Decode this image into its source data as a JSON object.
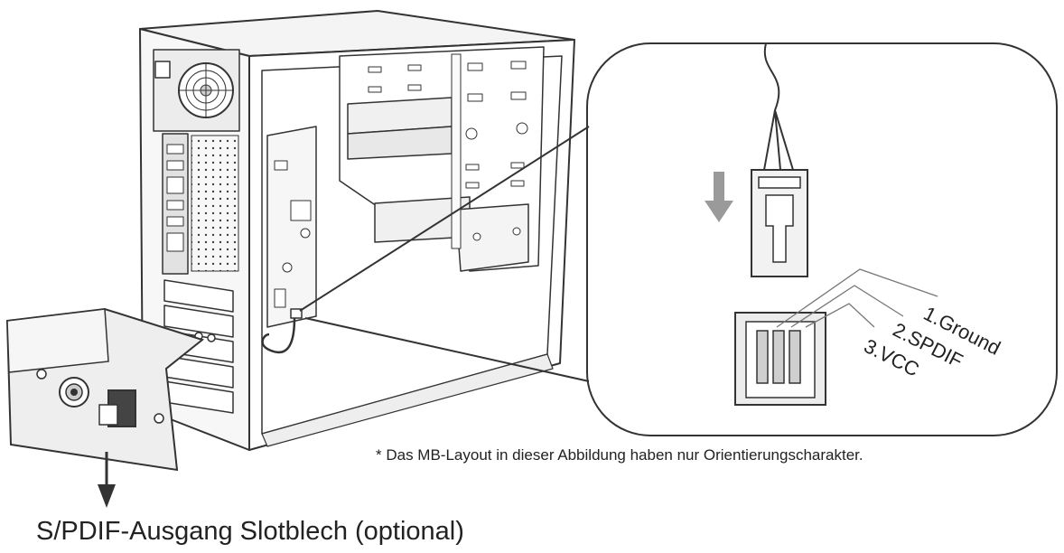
{
  "diagram": {
    "pins": [
      {
        "label": "1.Ground"
      },
      {
        "label": "2.SPDIF"
      },
      {
        "label": "3.VCC"
      }
    ],
    "note": "* Das MB-Layout in dieser Abbildung haben nur Orientierungscharakter.",
    "caption": "S/PDIF-Ausgang Slotblech (optional)"
  },
  "colors": {
    "line": "#333333",
    "fill_light": "#f2f2f2",
    "fill_mid": "#d9d9d9",
    "arrow_gray": "#9a9a9a"
  }
}
